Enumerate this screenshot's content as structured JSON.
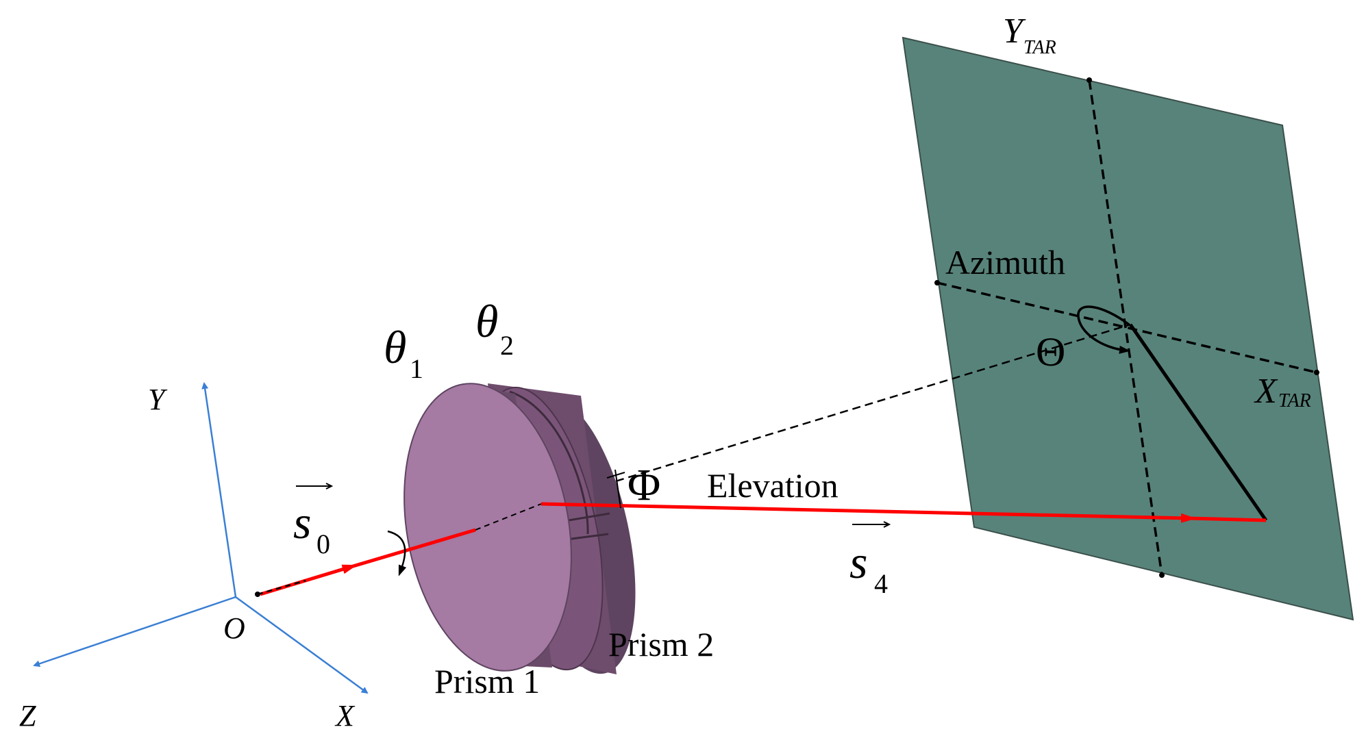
{
  "labels": {
    "axis_y": "Y",
    "axis_x": "X",
    "axis_z": "Z",
    "origin": "O",
    "theta1_sym": "θ",
    "theta1_sub": "1",
    "theta2_sym": "θ",
    "theta2_sub": "2",
    "s0_sym": "s",
    "s0_sub": "0",
    "s4_sym": "s",
    "s4_sub": "4",
    "phi": "Φ",
    "elevation": "Elevation",
    "azimuth": "Azimuth",
    "theta_cap": "Θ",
    "ytar_main": "Y",
    "ytar_sub": "TAR",
    "xtar_main": "X",
    "xtar_sub": "TAR",
    "prism1": "Prism 1",
    "prism2": "Prism 2"
  },
  "colors": {
    "axis": "#3a7fd4",
    "beam": "#ff0000",
    "prism_face": "#a57aa3",
    "prism_side": "#6e4c6c",
    "target_plane": "#58837a",
    "line": "#000000"
  }
}
